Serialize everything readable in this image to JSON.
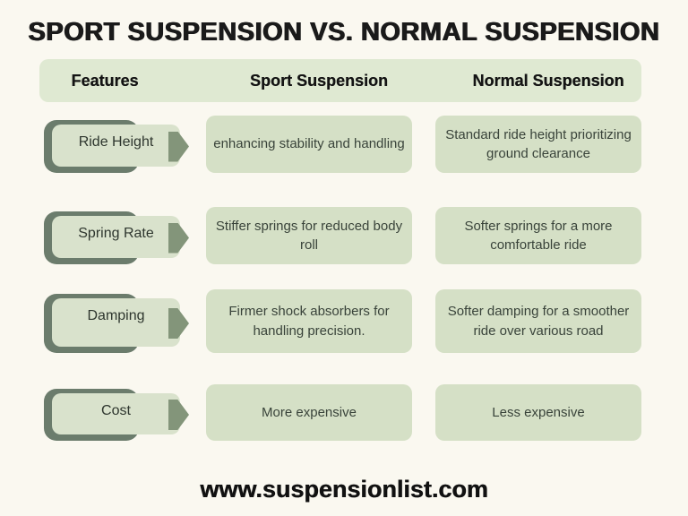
{
  "title": "SPORT SUSPENSION VS. NORMAL SUSPENSION",
  "table": {
    "headers": [
      "Features",
      "Sport Suspension",
      "Normal Suspension"
    ],
    "rows": [
      {
        "feature": "Ride Height",
        "sport": "enhancing stability and handling",
        "normal": "Standard ride height prioritizing ground clearance"
      },
      {
        "feature": "Spring Rate",
        "sport": "Stiffer springs for reduced body roll",
        "normal": "Softer springs for a more comfortable ride"
      },
      {
        "feature": "Damping",
        "sport": "Firmer shock absorbers for handling precision.",
        "normal": "Softer damping for a smoother ride over various road"
      },
      {
        "feature": "Cost",
        "sport": "More expensive",
        "normal": "Less expensive"
      }
    ]
  },
  "footer": {
    "website": "www.suspensionlist.com"
  },
  "icons": {
    "feature_pointer": "arrow-right"
  },
  "colors": {
    "page-bg": "#faf8f0",
    "header-band-bg": "#dfe9d2",
    "cell-bg": "#d5e0c6",
    "feature-box-bg": "#d9e2cc",
    "feature-outline": "#6b7c6c",
    "arrow-green": "#83957a",
    "title-text": "#1a1a1a",
    "cell-text": "#39433a"
  }
}
